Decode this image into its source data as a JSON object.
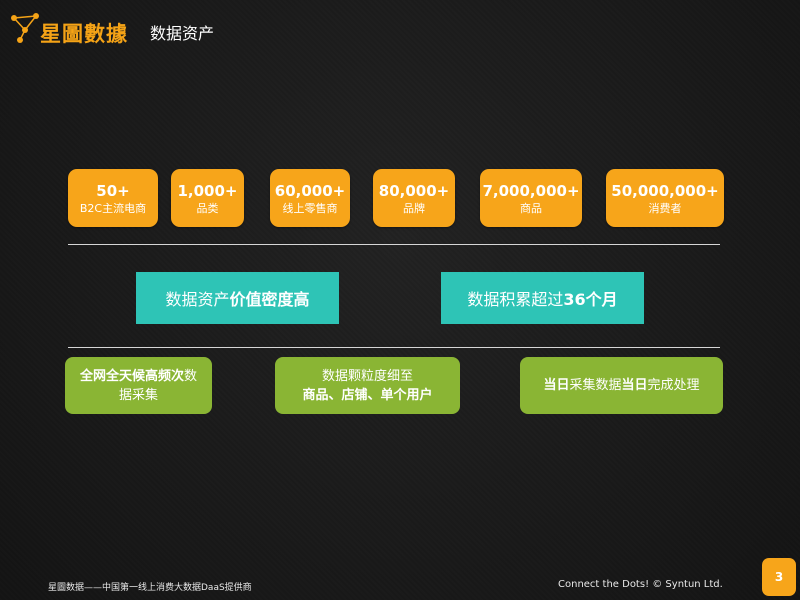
{
  "header": {
    "logo_text": "星圖數據",
    "title": "数据资产"
  },
  "stats": [
    {
      "value": "50+",
      "label": "B2C主流电商"
    },
    {
      "value": "1,000+",
      "label": "品类"
    },
    {
      "value": "60,000+",
      "label": "线上零售商"
    },
    {
      "value": "80,000+",
      "label": "品牌"
    },
    {
      "value": "7,000,000+",
      "label": "商品"
    },
    {
      "value": "50,000,000+",
      "label": "消费者"
    }
  ],
  "highlights": {
    "left_normal": "数据资产",
    "left_bold": "价值密度高",
    "right_normal": "数据积累超过",
    "right_bold": "36个月"
  },
  "features": {
    "f1_bold": "全网全天候高频次",
    "f1_normal_a": "数",
    "f1_normal_b": "据采集",
    "f2_line1": "数据颗粒度细至",
    "f2_line2": "商品、店铺、单个用户",
    "f3_bold_a": "当日",
    "f3_normal_a": "采集数据",
    "f3_bold_b": "当日",
    "f3_normal_b": "完成处理"
  },
  "footer": {
    "left": "星圖数据——中国第一线上消费大数据DaaS提供商",
    "right": "Connect the Dots!  © Syntun Ltd.",
    "page": "3"
  },
  "colors": {
    "accent_orange": "#f7a51a",
    "teal": "#2ec4b6",
    "green": "#8ab534"
  }
}
